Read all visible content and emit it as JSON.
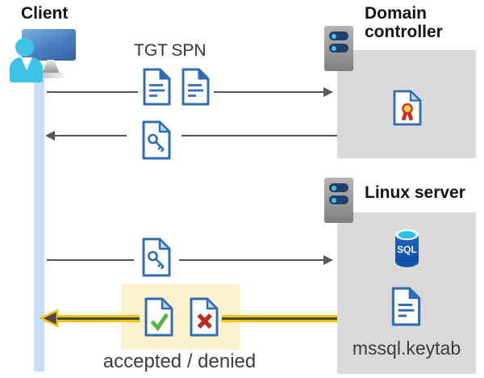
{
  "client": {
    "label": "Client"
  },
  "tickets": {
    "tgt_label": "TGT",
    "spn_label": "SPN"
  },
  "domain_controller": {
    "label": "Domain controller"
  },
  "linux_server": {
    "label": "Linux server",
    "sql_text": "SQL",
    "keytab_label": "mssql.keytab"
  },
  "result": {
    "label": "accepted / denied"
  },
  "icons": {
    "client": "client-user-monitor-icon",
    "domain_controller": "server-icon",
    "linux_server": "server-icon",
    "tgt": "document-icon",
    "spn": "document-icon",
    "session_key": "key-document-icon",
    "certificate": "certificate-document-icon",
    "sql": "sql-database-icon",
    "accepted": "check-document-icon",
    "denied": "x-document-icon"
  },
  "colors": {
    "doc_blue": "#2e6db5",
    "fold_light_blue": "#bed9f4",
    "lifeline_blue": "#c6ddf8",
    "box_gray": "#d9d9d9",
    "highlight_yellow": "#fbf2cc",
    "arrow_gray": "#565656",
    "arrow_yellow": "#f3c400",
    "check_green": "#5cb347",
    "deny_red": "#bf2a20",
    "cert_yellow": "#ffd23d",
    "cert_red": "#d02b20",
    "sql_blue": "#1b63b8",
    "sql_cyan": "#2fbde6"
  }
}
